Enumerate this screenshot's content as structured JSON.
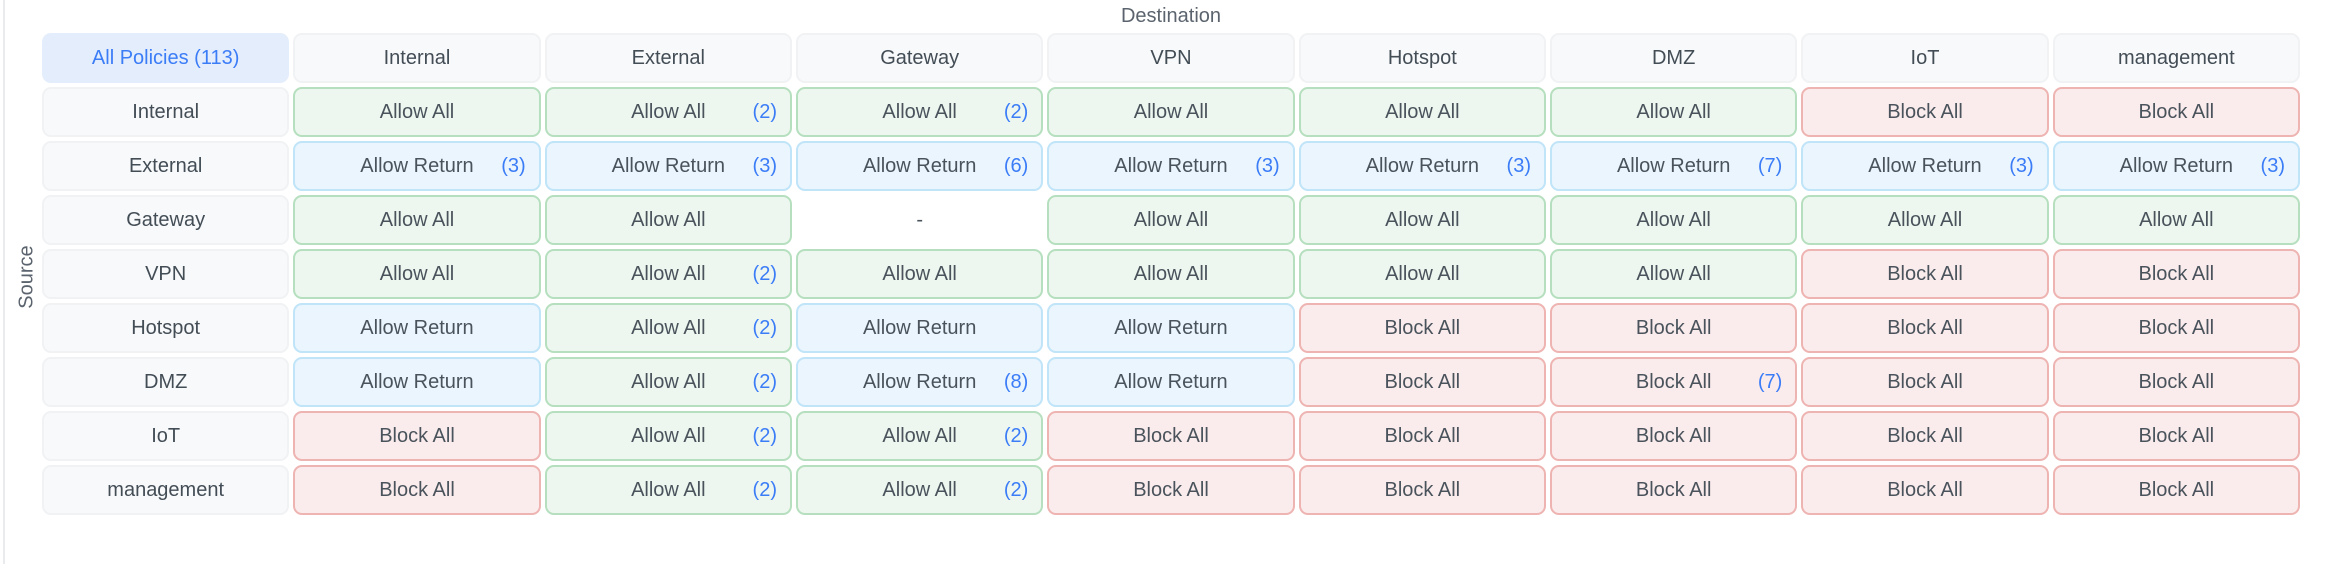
{
  "labels": {
    "destination": "Destination",
    "source": "Source"
  },
  "all_policies": {
    "label": "All Policies (113)"
  },
  "columns": [
    "Internal",
    "External",
    "Gateway",
    "VPN",
    "Hotspot",
    "DMZ",
    "IoT",
    "management"
  ],
  "rows": [
    {
      "source": "Internal",
      "cells": [
        {
          "label": "Allow All",
          "type": "allow",
          "count": ""
        },
        {
          "label": "Allow All",
          "type": "allow",
          "count": "(2)"
        },
        {
          "label": "Allow All",
          "type": "allow",
          "count": "(2)"
        },
        {
          "label": "Allow All",
          "type": "allow",
          "count": ""
        },
        {
          "label": "Allow All",
          "type": "allow",
          "count": ""
        },
        {
          "label": "Allow All",
          "type": "allow",
          "count": ""
        },
        {
          "label": "Block All",
          "type": "block",
          "count": ""
        },
        {
          "label": "Block All",
          "type": "block",
          "count": ""
        }
      ]
    },
    {
      "source": "External",
      "cells": [
        {
          "label": "Allow Return",
          "type": "return",
          "count": "(3)"
        },
        {
          "label": "Allow Return",
          "type": "return",
          "count": "(3)"
        },
        {
          "label": "Allow Return",
          "type": "return",
          "count": "(6)"
        },
        {
          "label": "Allow Return",
          "type": "return",
          "count": "(3)"
        },
        {
          "label": "Allow Return",
          "type": "return",
          "count": "(3)"
        },
        {
          "label": "Allow Return",
          "type": "return",
          "count": "(7)"
        },
        {
          "label": "Allow Return",
          "type": "return",
          "count": "(3)"
        },
        {
          "label": "Allow Return",
          "type": "return",
          "count": "(3)"
        }
      ]
    },
    {
      "source": "Gateway",
      "cells": [
        {
          "label": "Allow All",
          "type": "allow",
          "count": ""
        },
        {
          "label": "Allow All",
          "type": "allow",
          "count": ""
        },
        {
          "label": "-",
          "type": "none",
          "count": ""
        },
        {
          "label": "Allow All",
          "type": "allow",
          "count": ""
        },
        {
          "label": "Allow All",
          "type": "allow",
          "count": ""
        },
        {
          "label": "Allow All",
          "type": "allow",
          "count": ""
        },
        {
          "label": "Allow All",
          "type": "allow",
          "count": ""
        },
        {
          "label": "Allow All",
          "type": "allow",
          "count": ""
        }
      ]
    },
    {
      "source": "VPN",
      "cells": [
        {
          "label": "Allow All",
          "type": "allow",
          "count": ""
        },
        {
          "label": "Allow All",
          "type": "allow",
          "count": "(2)"
        },
        {
          "label": "Allow All",
          "type": "allow",
          "count": ""
        },
        {
          "label": "Allow All",
          "type": "allow",
          "count": ""
        },
        {
          "label": "Allow All",
          "type": "allow",
          "count": ""
        },
        {
          "label": "Allow All",
          "type": "allow",
          "count": ""
        },
        {
          "label": "Block All",
          "type": "block",
          "count": ""
        },
        {
          "label": "Block All",
          "type": "block",
          "count": ""
        }
      ]
    },
    {
      "source": "Hotspot",
      "cells": [
        {
          "label": "Allow Return",
          "type": "return",
          "count": ""
        },
        {
          "label": "Allow All",
          "type": "allow",
          "count": "(2)"
        },
        {
          "label": "Allow Return",
          "type": "return",
          "count": ""
        },
        {
          "label": "Allow Return",
          "type": "return",
          "count": ""
        },
        {
          "label": "Block All",
          "type": "block",
          "count": ""
        },
        {
          "label": "Block All",
          "type": "block",
          "count": ""
        },
        {
          "label": "Block All",
          "type": "block",
          "count": ""
        },
        {
          "label": "Block All",
          "type": "block",
          "count": ""
        }
      ]
    },
    {
      "source": "DMZ",
      "cells": [
        {
          "label": "Allow Return",
          "type": "return",
          "count": ""
        },
        {
          "label": "Allow All",
          "type": "allow",
          "count": "(2)"
        },
        {
          "label": "Allow Return",
          "type": "return",
          "count": "(8)"
        },
        {
          "label": "Allow Return",
          "type": "return",
          "count": ""
        },
        {
          "label": "Block All",
          "type": "block",
          "count": ""
        },
        {
          "label": "Block All",
          "type": "block",
          "count": "(7)"
        },
        {
          "label": "Block All",
          "type": "block",
          "count": ""
        },
        {
          "label": "Block All",
          "type": "block",
          "count": ""
        }
      ]
    },
    {
      "source": "IoT",
      "cells": [
        {
          "label": "Block All",
          "type": "block",
          "count": ""
        },
        {
          "label": "Allow All",
          "type": "allow",
          "count": "(2)"
        },
        {
          "label": "Allow All",
          "type": "allow",
          "count": "(2)"
        },
        {
          "label": "Block All",
          "type": "block",
          "count": ""
        },
        {
          "label": "Block All",
          "type": "block",
          "count": ""
        },
        {
          "label": "Block All",
          "type": "block",
          "count": ""
        },
        {
          "label": "Block All",
          "type": "block",
          "count": ""
        },
        {
          "label": "Block All",
          "type": "block",
          "count": ""
        }
      ]
    },
    {
      "source": "management",
      "cells": [
        {
          "label": "Block All",
          "type": "block",
          "count": ""
        },
        {
          "label": "Allow All",
          "type": "allow",
          "count": "(2)"
        },
        {
          "label": "Allow All",
          "type": "allow",
          "count": "(2)"
        },
        {
          "label": "Block All",
          "type": "block",
          "count": ""
        },
        {
          "label": "Block All",
          "type": "block",
          "count": ""
        },
        {
          "label": "Block All",
          "type": "block",
          "count": ""
        },
        {
          "label": "Block All",
          "type": "block",
          "count": ""
        },
        {
          "label": "Block All",
          "type": "block",
          "count": ""
        }
      ]
    }
  ],
  "colors": {
    "allow_bg": "#edf7ef",
    "allow_border": "#b5dfbe",
    "return_bg": "#eaf5fd",
    "return_border": "#c0e4f8",
    "block_bg": "#faecec",
    "block_border": "#eeb4b2",
    "header_bg": "#f8f9fa",
    "header_border": "#f0f2f4",
    "allpolicies_bg": "#e4edfb",
    "accent_blue": "#3b7cf7",
    "cell_text": "#4a535c",
    "axis_text": "#5b646e"
  }
}
